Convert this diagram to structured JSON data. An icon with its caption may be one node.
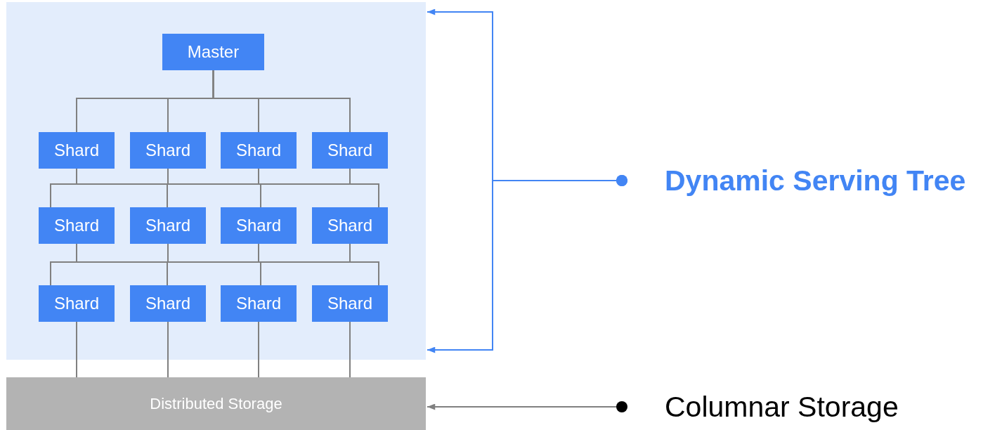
{
  "diagram": {
    "nodes": [
      {
        "text": [],
        "shape": "box"
      },
      {
        "text": [
          "Master"
        ],
        "in": 0
      },
      {
        "text": [
          "Shard"
        ],
        "in": 0
      },
      {
        "text": [
          "Shard"
        ],
        "in": 0
      },
      {
        "text": [
          "Shard"
        ],
        "in": 0
      },
      {
        "text": [
          "Shard"
        ],
        "in": 0
      },
      {
        "text": [
          "Shard"
        ],
        "in": 0
      },
      {
        "text": [
          "Shard"
        ],
        "in": 0
      },
      {
        "text": [
          "Shard"
        ],
        "in": 0
      },
      {
        "text": [
          "Shard"
        ],
        "in": 0
      },
      {
        "text": [
          "Shard"
        ],
        "in": 0
      },
      {
        "text": [
          "Shard"
        ],
        "in": 0
      },
      {
        "text": [
          "Shard"
        ],
        "in": 0
      },
      {
        "text": [
          "Shard"
        ],
        "in": 0
      },
      {
        "text": [
          "Distributed Storage"
        ]
      },
      {
        "text": [
          "Dynamic Serving Tree"
        ]
      },
      {
        "text": [
          "Columnar Storage"
        ]
      }
    ],
    "edges": [
      {
        "from": 1,
        "to": 2,
        "arrow": "none"
      },
      {
        "from": 1,
        "to": 3,
        "arrow": "none"
      },
      {
        "from": 1,
        "to": 4,
        "arrow": "none"
      },
      {
        "from": 1,
        "to": 5,
        "arrow": "none"
      },
      {
        "from": 2,
        "to": 6,
        "arrow": "none"
      },
      {
        "from": 2,
        "to": 7,
        "arrow": "none"
      },
      {
        "from": 2,
        "to": 8,
        "arrow": "none"
      },
      {
        "from": 2,
        "to": 9,
        "arrow": "none"
      },
      {
        "from": 3,
        "to": 6,
        "arrow": "none"
      },
      {
        "from": 3,
        "to": 7,
        "arrow": "none"
      },
      {
        "from": 3,
        "to": 8,
        "arrow": "none"
      },
      {
        "from": 3,
        "to": 9,
        "arrow": "none"
      },
      {
        "from": 4,
        "to": 6,
        "arrow": "none"
      },
      {
        "from": 4,
        "to": 7,
        "arrow": "none"
      },
      {
        "from": 4,
        "to": 8,
        "arrow": "none"
      },
      {
        "from": 4,
        "to": 9,
        "arrow": "none"
      },
      {
        "from": 5,
        "to": 6,
        "arrow": "none"
      },
      {
        "from": 5,
        "to": 7,
        "arrow": "none"
      },
      {
        "from": 5,
        "to": 8,
        "arrow": "none"
      },
      {
        "from": 5,
        "to": 9,
        "arrow": "none"
      },
      {
        "from": 6,
        "to": 10,
        "arrow": "none"
      },
      {
        "from": 6,
        "to": 11,
        "arrow": "none"
      },
      {
        "from": 6,
        "to": 12,
        "arrow": "none"
      },
      {
        "from": 6,
        "to": 13,
        "arrow": "none"
      },
      {
        "from": 7,
        "to": 10,
        "arrow": "none"
      },
      {
        "from": 7,
        "to": 11,
        "arrow": "none"
      },
      {
        "from": 7,
        "to": 12,
        "arrow": "none"
      },
      {
        "from": 7,
        "to": 13,
        "arrow": "none"
      },
      {
        "from": 8,
        "to": 10,
        "arrow": "none"
      },
      {
        "from": 8,
        "to": 11,
        "arrow": "none"
      },
      {
        "from": 8,
        "to": 12,
        "arrow": "none"
      },
      {
        "from": 8,
        "to": 13,
        "arrow": "none"
      },
      {
        "from": 9,
        "to": 10,
        "arrow": "none"
      },
      {
        "from": 9,
        "to": 11,
        "arrow": "none"
      },
      {
        "from": 9,
        "to": 12,
        "arrow": "none"
      },
      {
        "from": 9,
        "to": 13,
        "arrow": "none"
      },
      {
        "from": 10,
        "to": 14,
        "arrow": "none"
      },
      {
        "from": 11,
        "to": 14,
        "arrow": "none"
      },
      {
        "from": 12,
        "to": 14,
        "arrow": "none"
      },
      {
        "from": 13,
        "to": 14,
        "arrow": "none"
      },
      {
        "from": 15,
        "to": 0,
        "arrow": "to",
        "color": "#4285f4"
      },
      {
        "from": 15,
        "to": 0,
        "arrow": "to",
        "color": "#4285f4"
      },
      {
        "from": 16,
        "to": 14,
        "arrow": "to"
      }
    ]
  }
}
